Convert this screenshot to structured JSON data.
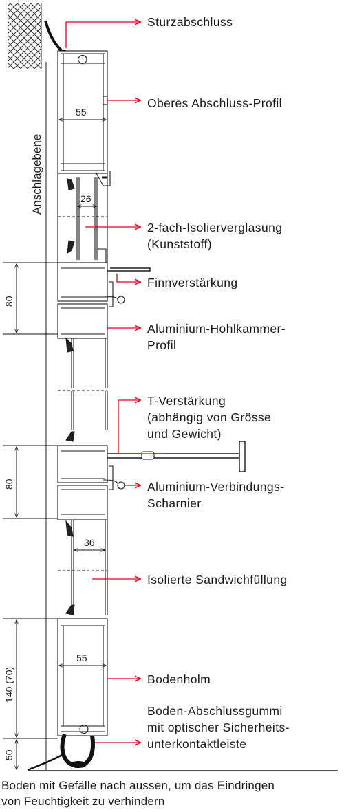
{
  "labels": {
    "sturzabschluss": "Sturzabschluss",
    "oberes_profil": "Oberes Abschluss-Profil",
    "isolierverglasung_1": "2-fach-Isolierverglasung",
    "isolierverglasung_2": "(Kunststoff)",
    "finnverstaerkung": "Finnverstärkung",
    "hohlkammer_1": "Aluminium-Hohlkammer-",
    "hohlkammer_2": "Profil",
    "t_verstaerkung_1": "T-Verstärkung",
    "t_verstaerkung_2": "(abhängig von Grösse",
    "t_verstaerkung_3": "und Gewicht)",
    "scharnier_1": "Aluminium-Verbindungs-",
    "scharnier_2": "Scharnier",
    "sandwich": "Isolierte Sandwichfüllung",
    "bodenholm": "Bodenholm",
    "gummi_1": "Boden-Abschlussgummi",
    "gummi_2": "mit optischer Sicherheits-",
    "gummi_3": "unterkontaktleiste"
  },
  "dimensions": {
    "anschlagebene": "Anschlagebene",
    "width_top": "55",
    "glass": "26",
    "panel_1": "80",
    "panel_2": "80",
    "sandwich": "36",
    "width_bottom": "55",
    "bottom_rail": "140 (70)",
    "seal": "50"
  },
  "caption": {
    "line1": "Boden mit Gefälle nach aussen, um das Eindringen",
    "line2": "von Feuchtigkeit zu verhindern"
  },
  "colors": {
    "leader": "#e3001b",
    "line": "#1a1a1a"
  }
}
